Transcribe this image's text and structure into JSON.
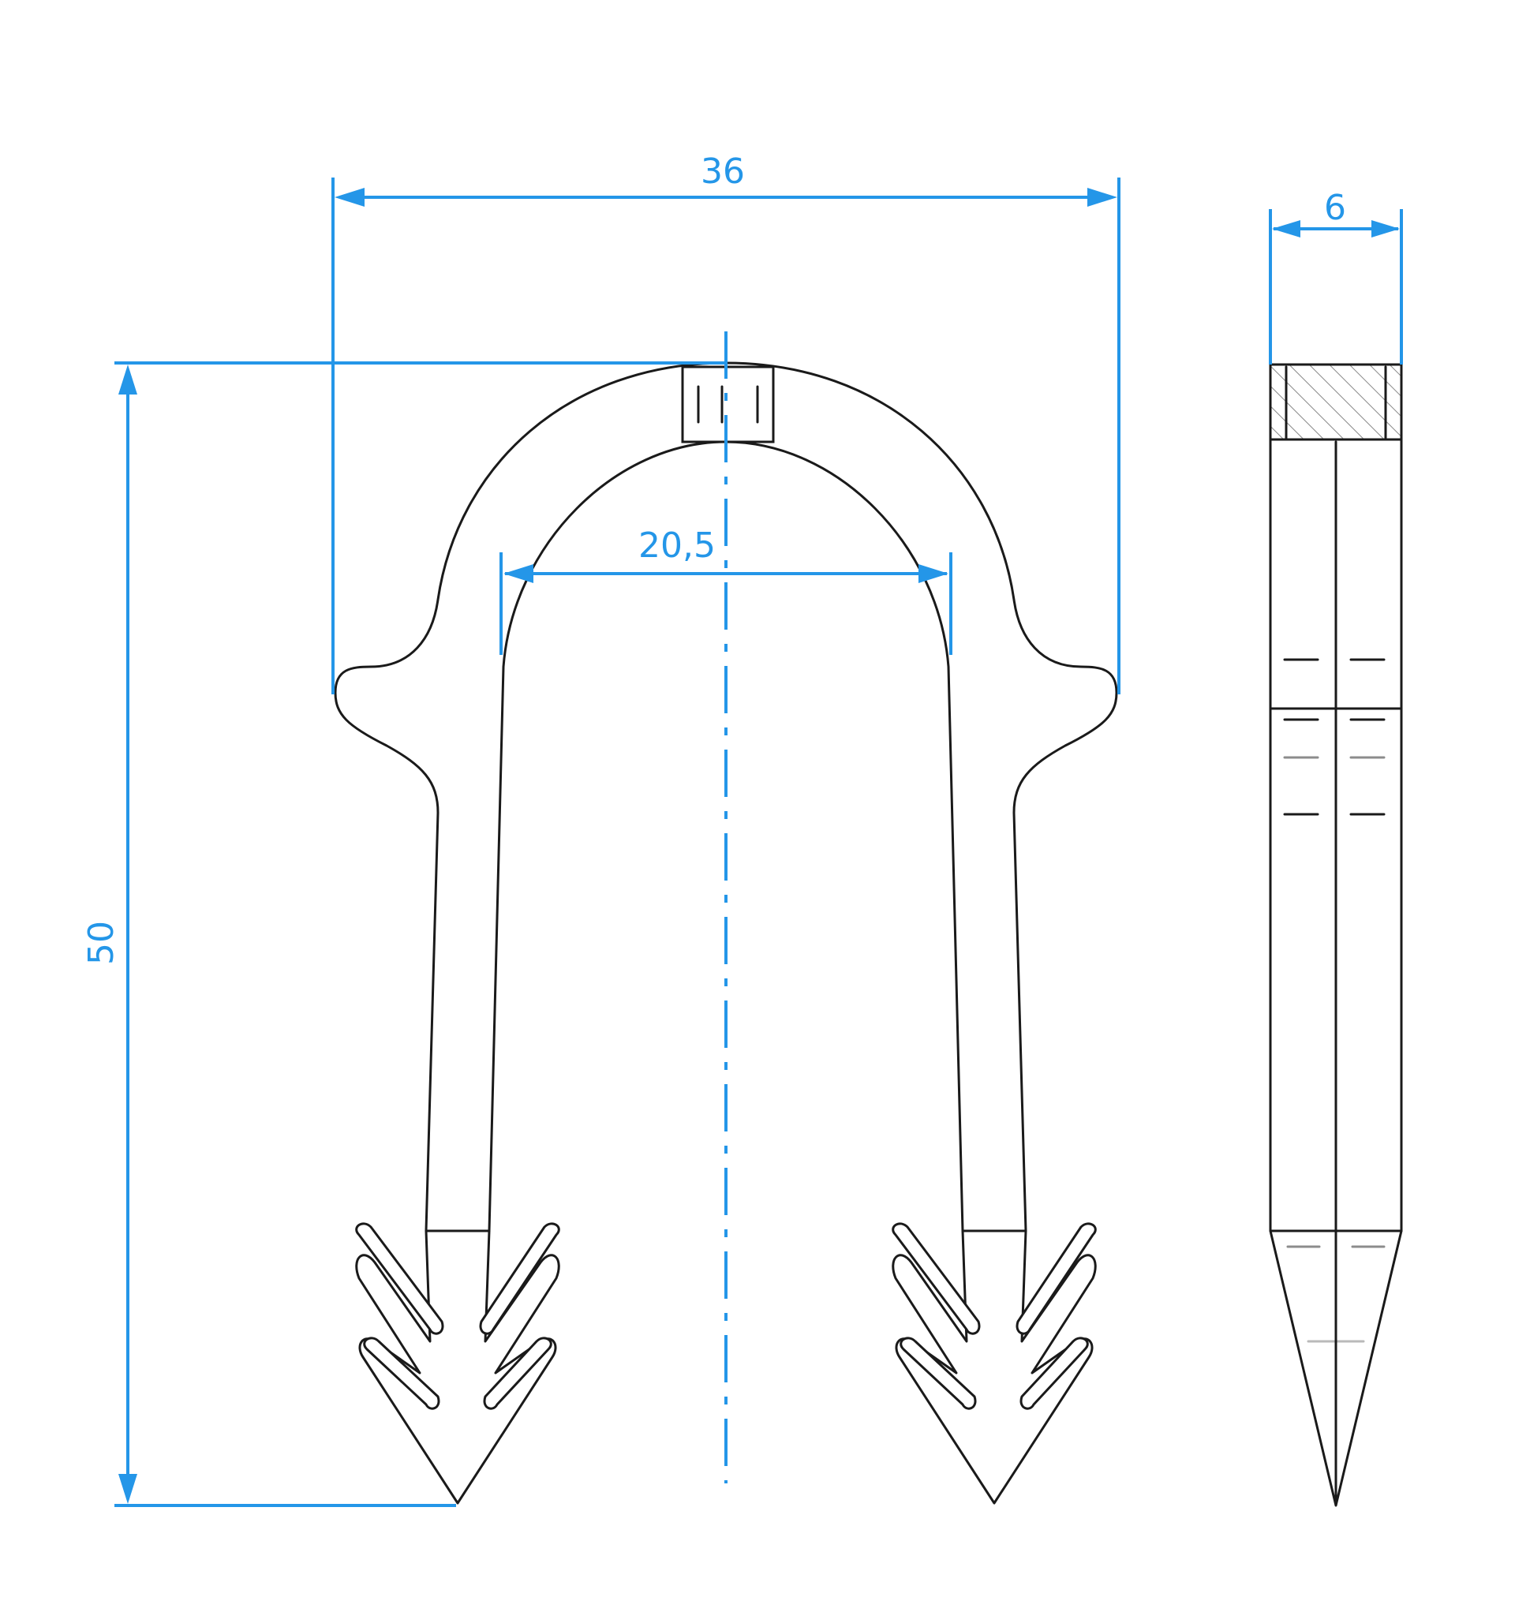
{
  "dimensions": {
    "overall_width": "36",
    "inner_width": "20,5",
    "overall_height": "50",
    "side_thickness": "6"
  },
  "colors": {
    "dimension": "#2496e8",
    "outline": "#1a1a1a"
  }
}
